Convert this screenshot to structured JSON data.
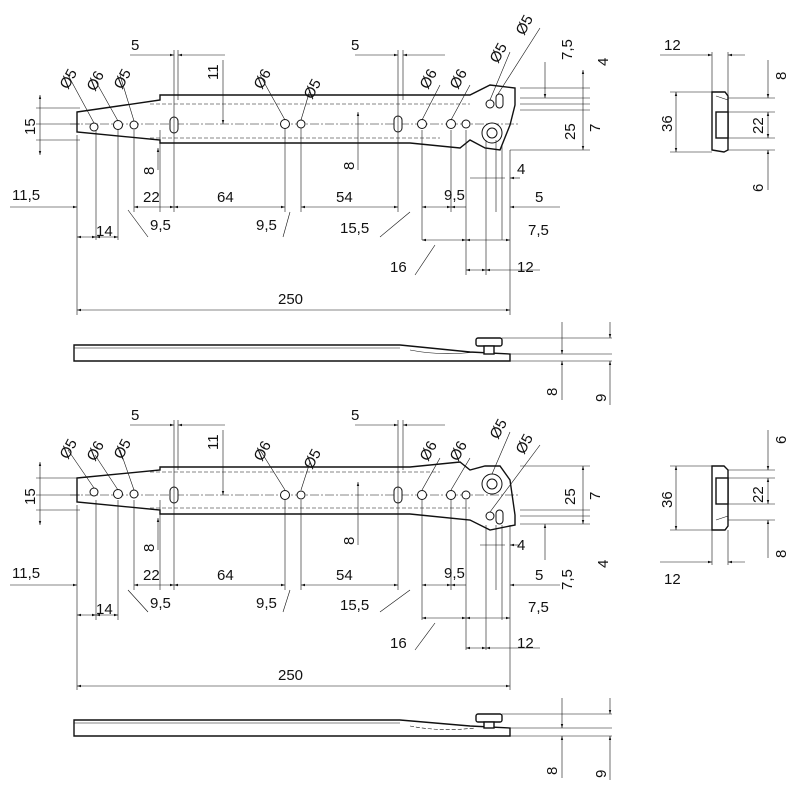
{
  "top_view": {
    "diameters": [
      "Ø5",
      "Ø6",
      "Ø5",
      "Ø6",
      "Ø5",
      "Ø6",
      "Ø6",
      "Ø5",
      "Ø5"
    ],
    "dims": {
      "d5a": "5",
      "d5b": "5",
      "d11": "11",
      "d15": "15",
      "d8a": "8",
      "d8b": "8",
      "d11_5": "11,5",
      "d22": "22",
      "d64": "64",
      "d54": "54",
      "d9_5c": "9,5",
      "d5r": "5",
      "d14": "14",
      "d9_5a": "9,5",
      "d9_5b": "9,5",
      "d15_5": "15,5",
      "d7_5r": "7,5",
      "d16": "16",
      "d12": "12",
      "d250": "250",
      "d7_5": "7,5",
      "d4": "4",
      "d25": "25",
      "d7": "7",
      "d4b": "4"
    }
  },
  "top_end": {
    "d12": "12",
    "d8": "8",
    "d36": "36",
    "d22": "22",
    "d6": "6"
  },
  "top_side": {
    "d8": "8",
    "d9": "9"
  },
  "bottom_view": {
    "diameters": [
      "Ø5",
      "Ø6",
      "Ø5",
      "Ø6",
      "Ø5",
      "Ø6",
      "Ø6",
      "Ø5",
      "Ø5"
    ],
    "dims": {
      "d5a": "5",
      "d5b": "5",
      "d11": "11",
      "d15": "15",
      "d8a": "8",
      "d8b": "8",
      "d11_5": "11,5",
      "d22": "22",
      "d64": "64",
      "d54": "54",
      "d9_5c": "9,5",
      "d5r": "5",
      "d14": "14",
      "d9_5a": "9,5",
      "d9_5b": "9,5",
      "d15_5": "15,5",
      "d7_5r": "7,5",
      "d16": "16",
      "d12": "12",
      "d250": "250",
      "d25": "25",
      "d7": "7",
      "d4": "4",
      "d7_5": "7,5",
      "d4b": "4"
    }
  },
  "bottom_end": {
    "d6": "6",
    "d36": "36",
    "d22": "22",
    "d12": "12",
    "d8": "8"
  },
  "bottom_side": {
    "d8": "8",
    "d9": "9"
  }
}
